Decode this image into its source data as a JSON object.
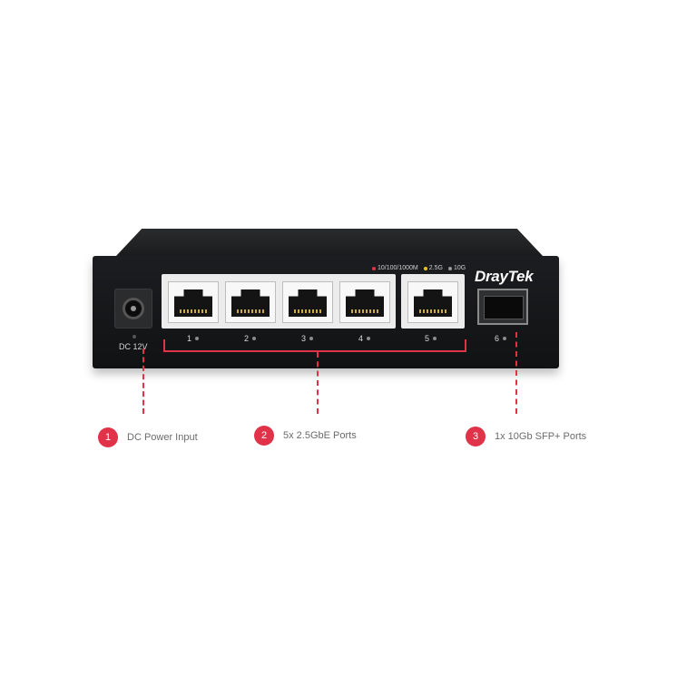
{
  "brand": "DrayTek",
  "led_legend": [
    {
      "label": "10/100/1000M",
      "color": "#e0334a"
    },
    {
      "label": "2.5G",
      "color": "#e6c229"
    },
    {
      "label": "10G",
      "color": "#9a9a9a"
    }
  ],
  "power": {
    "label": "DC 12V"
  },
  "ports": [
    {
      "number": "1",
      "type": "rj45"
    },
    {
      "number": "2",
      "type": "rj45"
    },
    {
      "number": "3",
      "type": "rj45"
    },
    {
      "number": "4",
      "type": "rj45"
    },
    {
      "number": "5",
      "type": "rj45"
    },
    {
      "number": "6",
      "type": "sfp"
    }
  ],
  "callouts": [
    {
      "number": "1",
      "label": "DC Power Input"
    },
    {
      "number": "2",
      "label": "5x 2.5GbE Ports"
    },
    {
      "number": "3",
      "label": "1x 10Gb SFP+ Ports"
    }
  ],
  "colors": {
    "accent": "#e0334a",
    "chassis": "#151618"
  }
}
